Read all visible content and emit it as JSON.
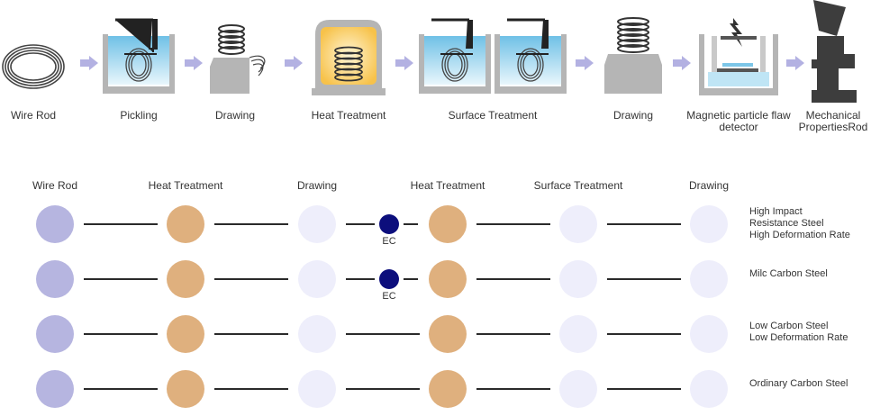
{
  "process": {
    "stages": [
      {
        "label": "Wire Rod"
      },
      {
        "label": "Pickling"
      },
      {
        "label": "Drawing"
      },
      {
        "label": "Heat Treatment"
      },
      {
        "label": "Surface Treatment"
      },
      {
        "label": "Drawing"
      },
      {
        "label": "Magnetic particle flaw detector"
      },
      {
        "label": "Mechanical PropertiesRod"
      }
    ]
  },
  "table": {
    "columns": [
      "Wire Rod",
      "Heat Treatment",
      "Drawing",
      "Heat Treatment",
      "Surface Treatment",
      "Drawing"
    ],
    "ec_label": "EC",
    "rows": [
      {
        "label_lines": [
          "High Impact",
          "Resistance Steel",
          "High Deformation Rate"
        ],
        "has_ec": true
      },
      {
        "label_lines": [
          "Milc Carbon Steel"
        ],
        "has_ec": true
      },
      {
        "label_lines": [
          "Low Carbon Steel",
          "Low Deformation Rate"
        ],
        "has_ec": false
      },
      {
        "label_lines": [
          "Ordinary Carbon Steel"
        ],
        "has_ec": false
      }
    ]
  },
  "colors": {
    "purple": "#b6b5e0",
    "tan": "#dfb07e",
    "light": "#eeeefb",
    "ec": "#0c0e7c",
    "arrow": "#b3b1e2",
    "machine_gray": "#b5b5b5"
  }
}
